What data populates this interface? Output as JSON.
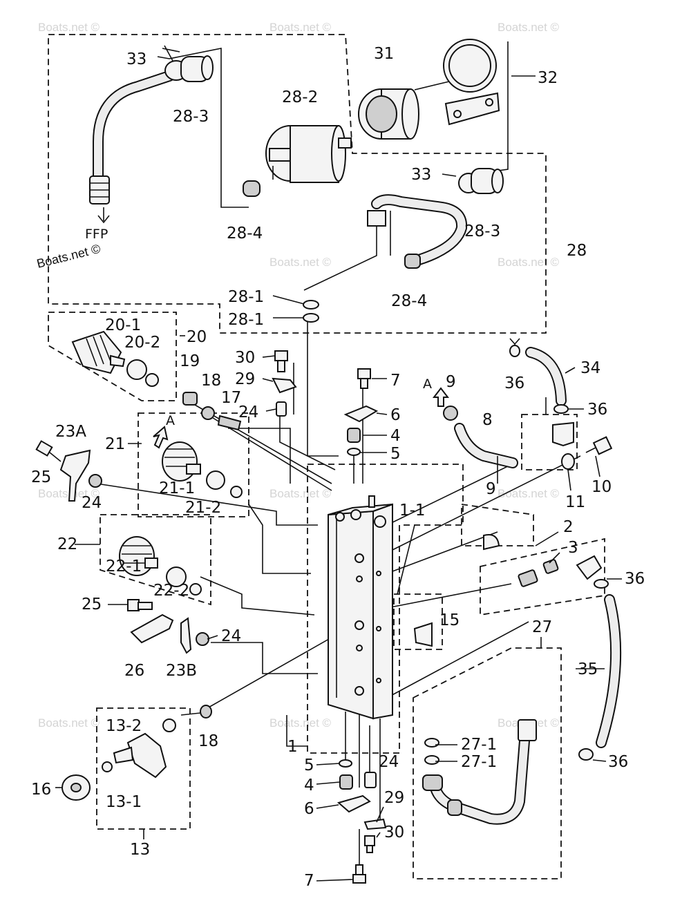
{
  "labels": {
    "l33a": "33",
    "l28_3a": "28-3",
    "l28_2": "28-2",
    "l31": "31",
    "l32": "32",
    "l33b": "33",
    "l28_4a": "28-4",
    "l28_3b": "28-3",
    "l28": "28",
    "l28_4b": "28-4",
    "l28_1a": "28-1",
    "l28_1b": "28-1",
    "l20_1": "20-1",
    "l20_2": "20-2",
    "l20": "20",
    "l19": "19",
    "l30a": "30",
    "l29a": "29",
    "l7a": "7",
    "l18a": "18",
    "l17": "17",
    "l24a": "24",
    "l6a": "6",
    "l4a": "4",
    "l5a": "5",
    "l9a": "9",
    "l8": "8",
    "l36a": "36",
    "l34": "34",
    "l36b": "36",
    "l10": "10",
    "l11": "11",
    "l23A": "23A",
    "l21": "21",
    "l25a": "25",
    "l24b": "24",
    "l21_1": "21-1",
    "l21_2": "21-2",
    "l1_1": "1-1",
    "l9b": "9",
    "l2": "2",
    "l3": "3",
    "l36c": "36",
    "l22": "22",
    "l22_1": "22-1",
    "l22_2": "22-2",
    "l25b": "25",
    "l15": "15",
    "l27": "27",
    "l24c": "24",
    "l26": "26",
    "l23B": "23B",
    "l35": "35",
    "l13_2": "13-2",
    "l18b": "18",
    "l1": "1",
    "l27_1a": "27-1",
    "l27_1b": "27-1",
    "l36d": "36",
    "l5b": "5",
    "l24d": "24",
    "l16": "16",
    "l13_1": "13-1",
    "l4b": "4",
    "l6b": "6",
    "l29b": "29",
    "l30b": "30",
    "l13": "13",
    "l7b": "7",
    "arrowA1": "A",
    "arrowA2": "A",
    "ffp": "FFP"
  },
  "watermarks": {
    "site": "Boats.net ©",
    "site_dark": "Boats.net ©"
  }
}
